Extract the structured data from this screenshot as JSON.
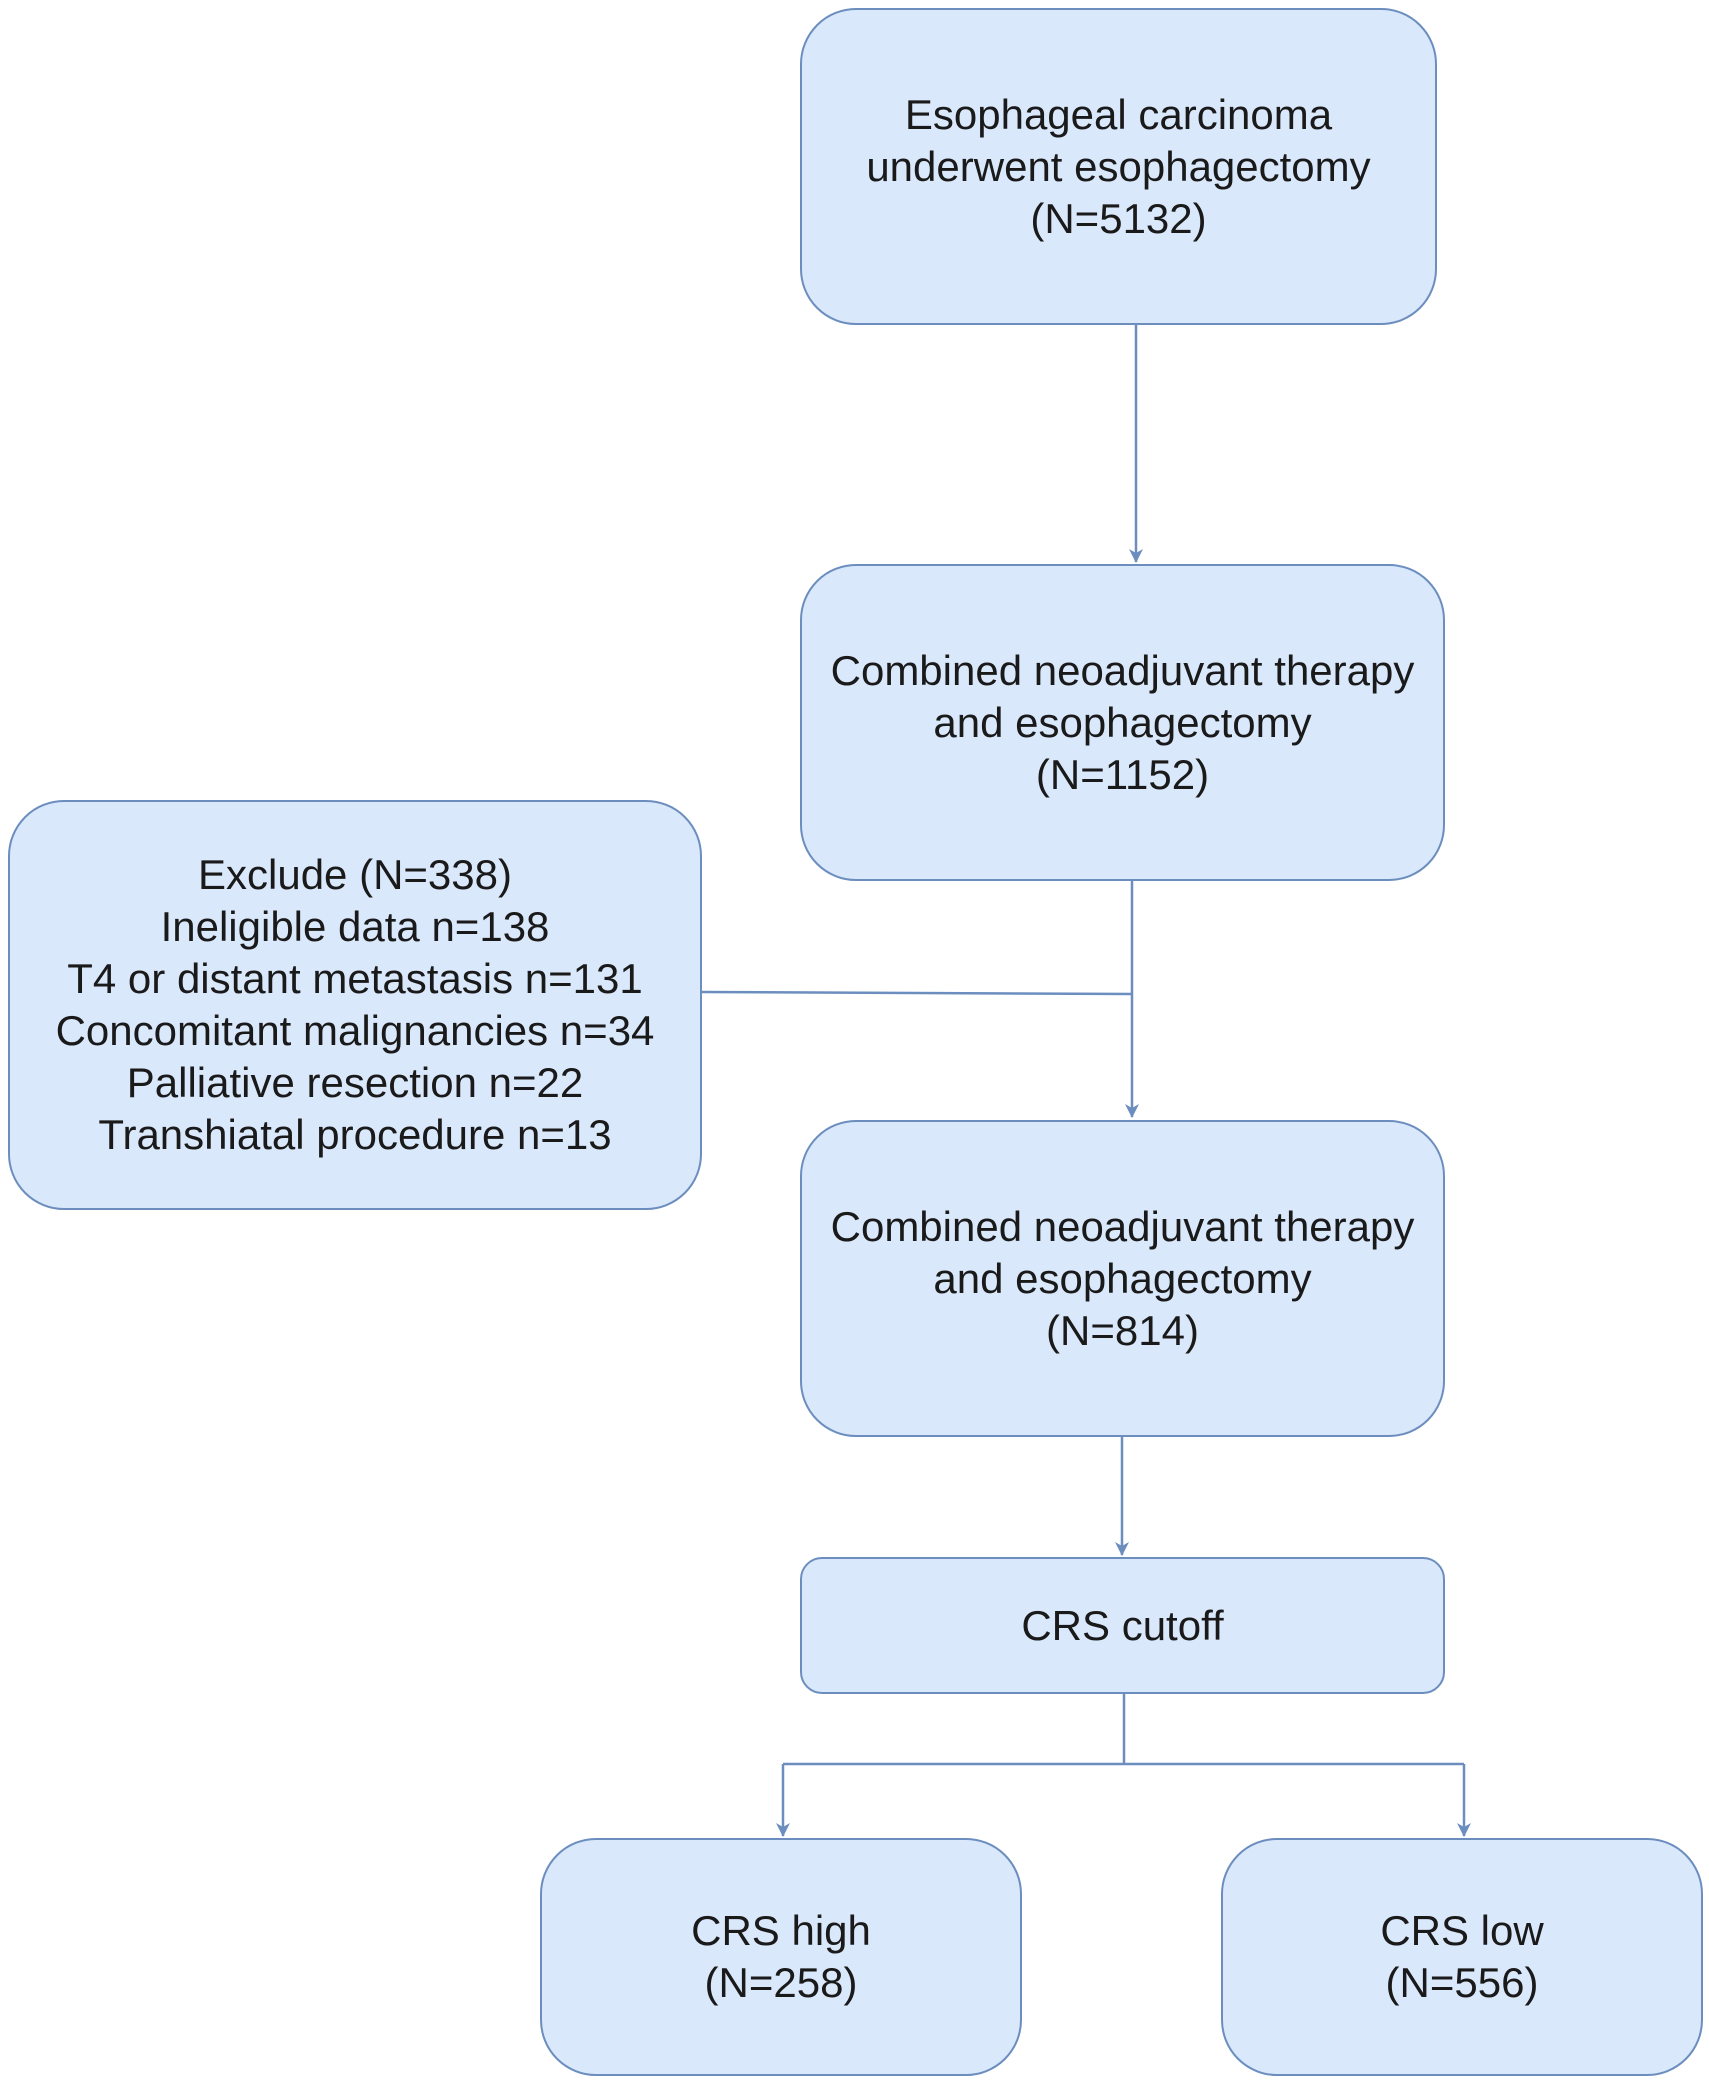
{
  "colors": {
    "box_fill": "#dae8fc",
    "box_stroke": "#6c8ebf",
    "connector": "#6c8ebf"
  },
  "nodes": {
    "start": {
      "lines": [
        "Esophageal carcinoma",
        "underwent esophagectomy",
        "(N=5132)"
      ]
    },
    "neoadjuvant": {
      "lines": [
        "Combined neoadjuvant therapy",
        "and esophagectomy",
        "(N=1152)"
      ]
    },
    "exclude": {
      "lines": [
        "Exclude (N=338)",
        "Ineligible data n=138",
        "T4 or distant metastasis n=131",
        "Concomitant malignancies n=34",
        "Palliative resection n=22",
        "Transhiatal procedure n=13"
      ]
    },
    "final": {
      "lines": [
        "Combined neoadjuvant therapy",
        "and esophagectomy",
        "(N=814)"
      ]
    },
    "cutoff": {
      "lines": [
        "CRS cutoff"
      ]
    },
    "high": {
      "lines": [
        "CRS high",
        "(N=258)"
      ]
    },
    "low": {
      "lines": [
        "CRS low",
        "(N=556)"
      ]
    }
  },
  "edges": [
    {
      "from": "start",
      "to": "neoadjuvant"
    },
    {
      "from": "neoadjuvant",
      "to": "final"
    },
    {
      "from": "exclude",
      "to": "neoadjuvant-final-link"
    },
    {
      "from": "final",
      "to": "cutoff"
    },
    {
      "from": "cutoff",
      "to": "high"
    },
    {
      "from": "cutoff",
      "to": "low"
    }
  ]
}
